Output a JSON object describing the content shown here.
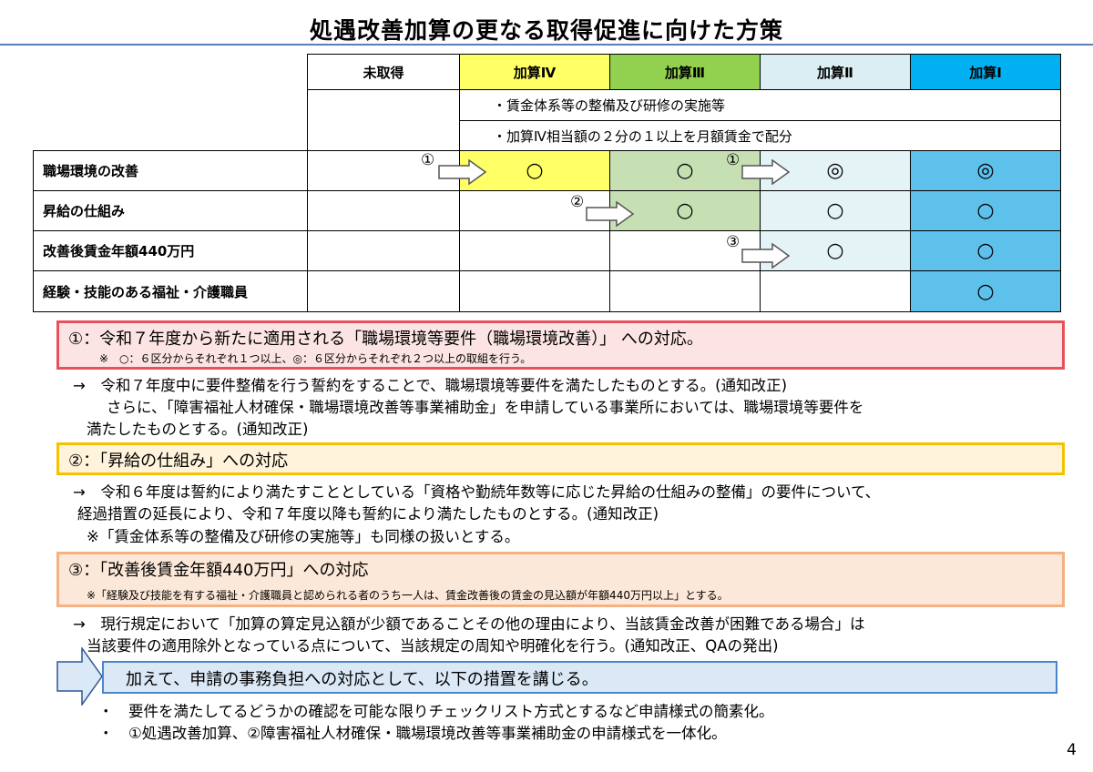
{
  "title": "処遇改善加算の更なる取得促進に向けた方策",
  "table": {
    "headers": [
      "未取得",
      "加算Ⅳ",
      "加算Ⅲ",
      "加算Ⅱ",
      "加算Ⅰ"
    ],
    "notes": [
      "・賃金体系等の整備及び研修の実施等",
      "・加算Ⅳ相当額の２分の１以上を月額賃金で配分"
    ],
    "rows": [
      {
        "label": "職場環境の改善",
        "marks": [
          "",
          "○",
          "○",
          "◎",
          "◎"
        ]
      },
      {
        "label": "昇給の仕組み",
        "marks": [
          "",
          "",
          "○",
          "○",
          "○"
        ]
      },
      {
        "label": "改善後賃金年額440万円",
        "marks": [
          "",
          "",
          "",
          "○",
          "○"
        ]
      },
      {
        "label": "経験・技能のある福祉・介護職員",
        "marks": [
          "",
          "",
          "",
          "",
          "○"
        ]
      }
    ],
    "arrow_labels": [
      "①",
      "①",
      "②",
      "③"
    ]
  },
  "section1": {
    "title": "①：令和７年度から新たに適用される「職場環境等要件（職場環境改善）」 への対応。",
    "sub": "※　○：６区分からそれぞれ１つ以上、◎：６区分からそれぞれ２つ以上の取組を行う。",
    "lines": [
      "→　令和７年度中に要件整備を行う誓約をすることで、職場環境等要件を満たしたものとする。(通知改正)",
      "さらに、「障害福祉人材確保・職場環境改善等事業補助金」を申請している事業所においては、職場環境等要件を",
      "満たしたものとする。(通知改正)"
    ]
  },
  "section2": {
    "title": "②：「昇給の仕組み」への対応",
    "lines": [
      "→　令和６年度は誓約により満たすこととしている「資格や勤続年数等に応じた昇給の仕組みの整備」の要件について、",
      "経過措置の延長により、令和７年度以降も誓約により満たしたものとする。(通知改正)",
      "※「賃金体系等の整備及び研修の実施等」も同様の扱いとする。"
    ]
  },
  "section3": {
    "title": "③：「改善後賃金年額440万円」への対応",
    "sub": "※「経験及び技能を有する福祉・介護職員と認められる者のうち一人は、賃金改善後の賃金の見込額が年額440万円以上」とする。",
    "lines": [
      "→　現行規定において「加算の算定見込額が少額であることその他の理由により、当該賃金改善が困難である場合」は",
      "当該要件の適用除外となっている点について、当該規定の周知や明確化を行う。(通知改正、QAの発出)"
    ]
  },
  "section4": {
    "title": "加えて、申請の事務負担への対応として、以下の措置を講じる。",
    "bullets": [
      "・　要件を満たしてるどうかの確認を可能な限りチェックリスト方式とするなど申請様式の簡素化。",
      "・　①処遇改善加算、②障害福祉人材確保・職場環境改善等事業補助金の申請様式を一体化。"
    ]
  },
  "page_number": "4",
  "colors": {
    "kasan4": "#ffff66",
    "kasan3": "#92d050",
    "kasan2": "#daeef3",
    "kasan1": "#00b0f0",
    "box1_border": "#e8515b",
    "box1_bg": "#fce4e4",
    "box2_border": "#f5c200",
    "box2_bg": "#fff3dc",
    "box3_border": "#f4b183",
    "box3_bg": "#fce8d8",
    "box4_border": "#4a86c8",
    "box4_bg": "#dbe8f5"
  }
}
